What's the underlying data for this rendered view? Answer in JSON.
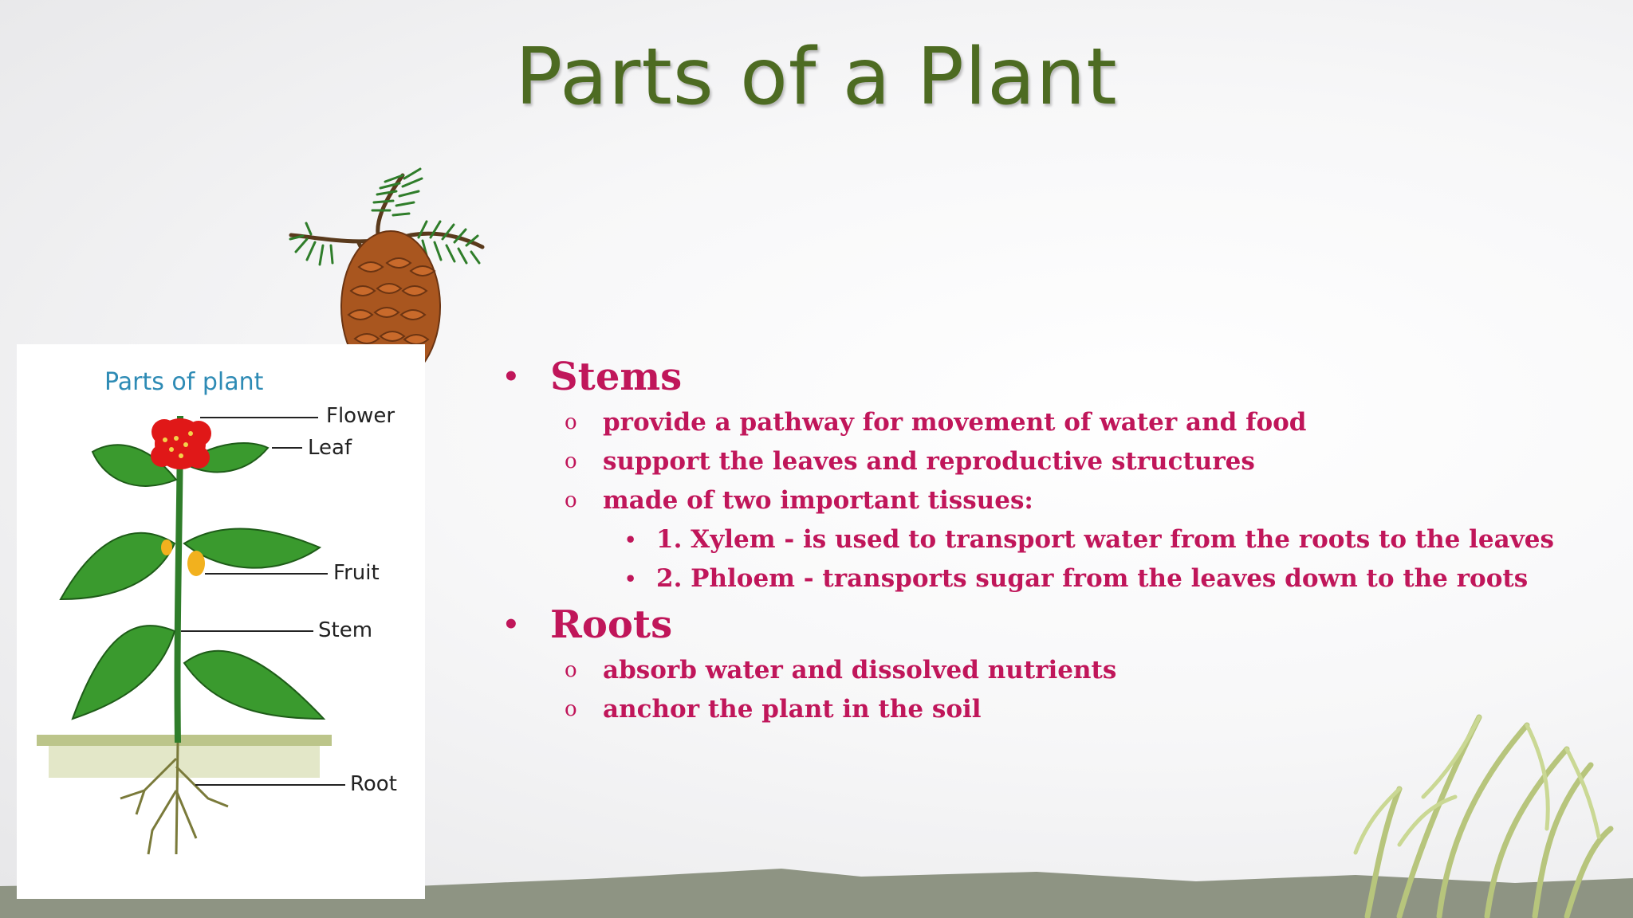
{
  "slide": {
    "title": "Parts of a Plant"
  },
  "diagram": {
    "title": "Parts of plant",
    "labels": {
      "flower": "Flower",
      "leaf": "Leaf",
      "fruit": "Fruit",
      "stem": "Stem",
      "root": "Root"
    }
  },
  "content": {
    "stems": {
      "heading": "Stems",
      "points": [
        "provide a pathway for movement of water and food",
        "support the leaves and reproductive structures",
        "made of two important tissues:"
      ],
      "tissues": [
        "1. Xylem - is used to transport water from the roots to the leaves",
        "2. Phloem - transports sugar from the leaves down to the roots"
      ]
    },
    "roots": {
      "heading": "Roots",
      "points": [
        "absorb water and dissolved nutrients",
        "anchor the plant in the soil"
      ]
    }
  },
  "bullets": {
    "level1": "•",
    "level2": "o",
    "level3": "•"
  },
  "colors": {
    "title": "#4d6b22",
    "body_text": "#c0165a",
    "diagram_title": "#2e8bb5",
    "ground": "#8e9483"
  }
}
